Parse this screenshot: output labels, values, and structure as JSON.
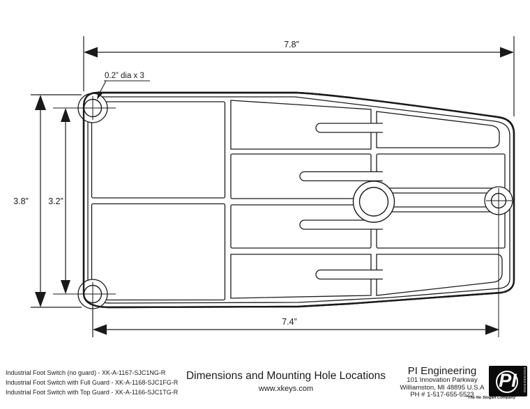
{
  "drawing": {
    "dim_width_top": "7.8”",
    "dim_width_bottom": "7.4”",
    "dim_height_outer": "3.8”",
    "dim_height_inner": "3.2”",
    "hole_note": "0.2” dia x 3"
  },
  "footer": {
    "products": [
      "Industrial Foot Switch (no guard) - XK-A-1167-SJC1NG-R",
      "Industrial Foot Switch with Full Guard - XK-A-1168-SJC1FG-R",
      "Industrial Foot Switch with Top Guard - XK-A-1166-SJC1TG-R"
    ],
    "title": "Dimensions and Mounting Hole Locations",
    "website": "www.xkeys.com",
    "company": {
      "name": "PI Engineering",
      "address_line1": "101 Innovation Parkway",
      "address_line2": "Williamston, MI 48895 U.S.A",
      "phone": "PH # 1-517-655-5523",
      "logo_text": "PI",
      "logo_vertical": "ENGINEERING",
      "tagline": "“The No Slogan Company”"
    }
  },
  "colors": {
    "ink": "#1a1a1a",
    "paper": "#ffffff"
  }
}
